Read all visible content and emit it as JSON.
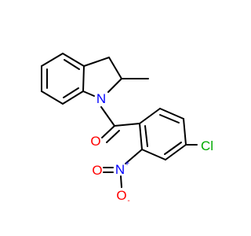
{
  "molecule": {
    "atoms": {
      "nitrogen_indoline": {
        "label": "N",
        "color": "#0000ff"
      },
      "oxygen_carbonyl": {
        "label": "O",
        "color": "#ff0000"
      },
      "chlorine": {
        "label": "Cl",
        "color": "#00aa00"
      },
      "nitro_nitrogen": {
        "label": "N",
        "charge": "+",
        "color": "#0000ff"
      },
      "nitro_oxygen": {
        "label": "O",
        "charge": "-",
        "color": "#ff0000"
      }
    }
  }
}
